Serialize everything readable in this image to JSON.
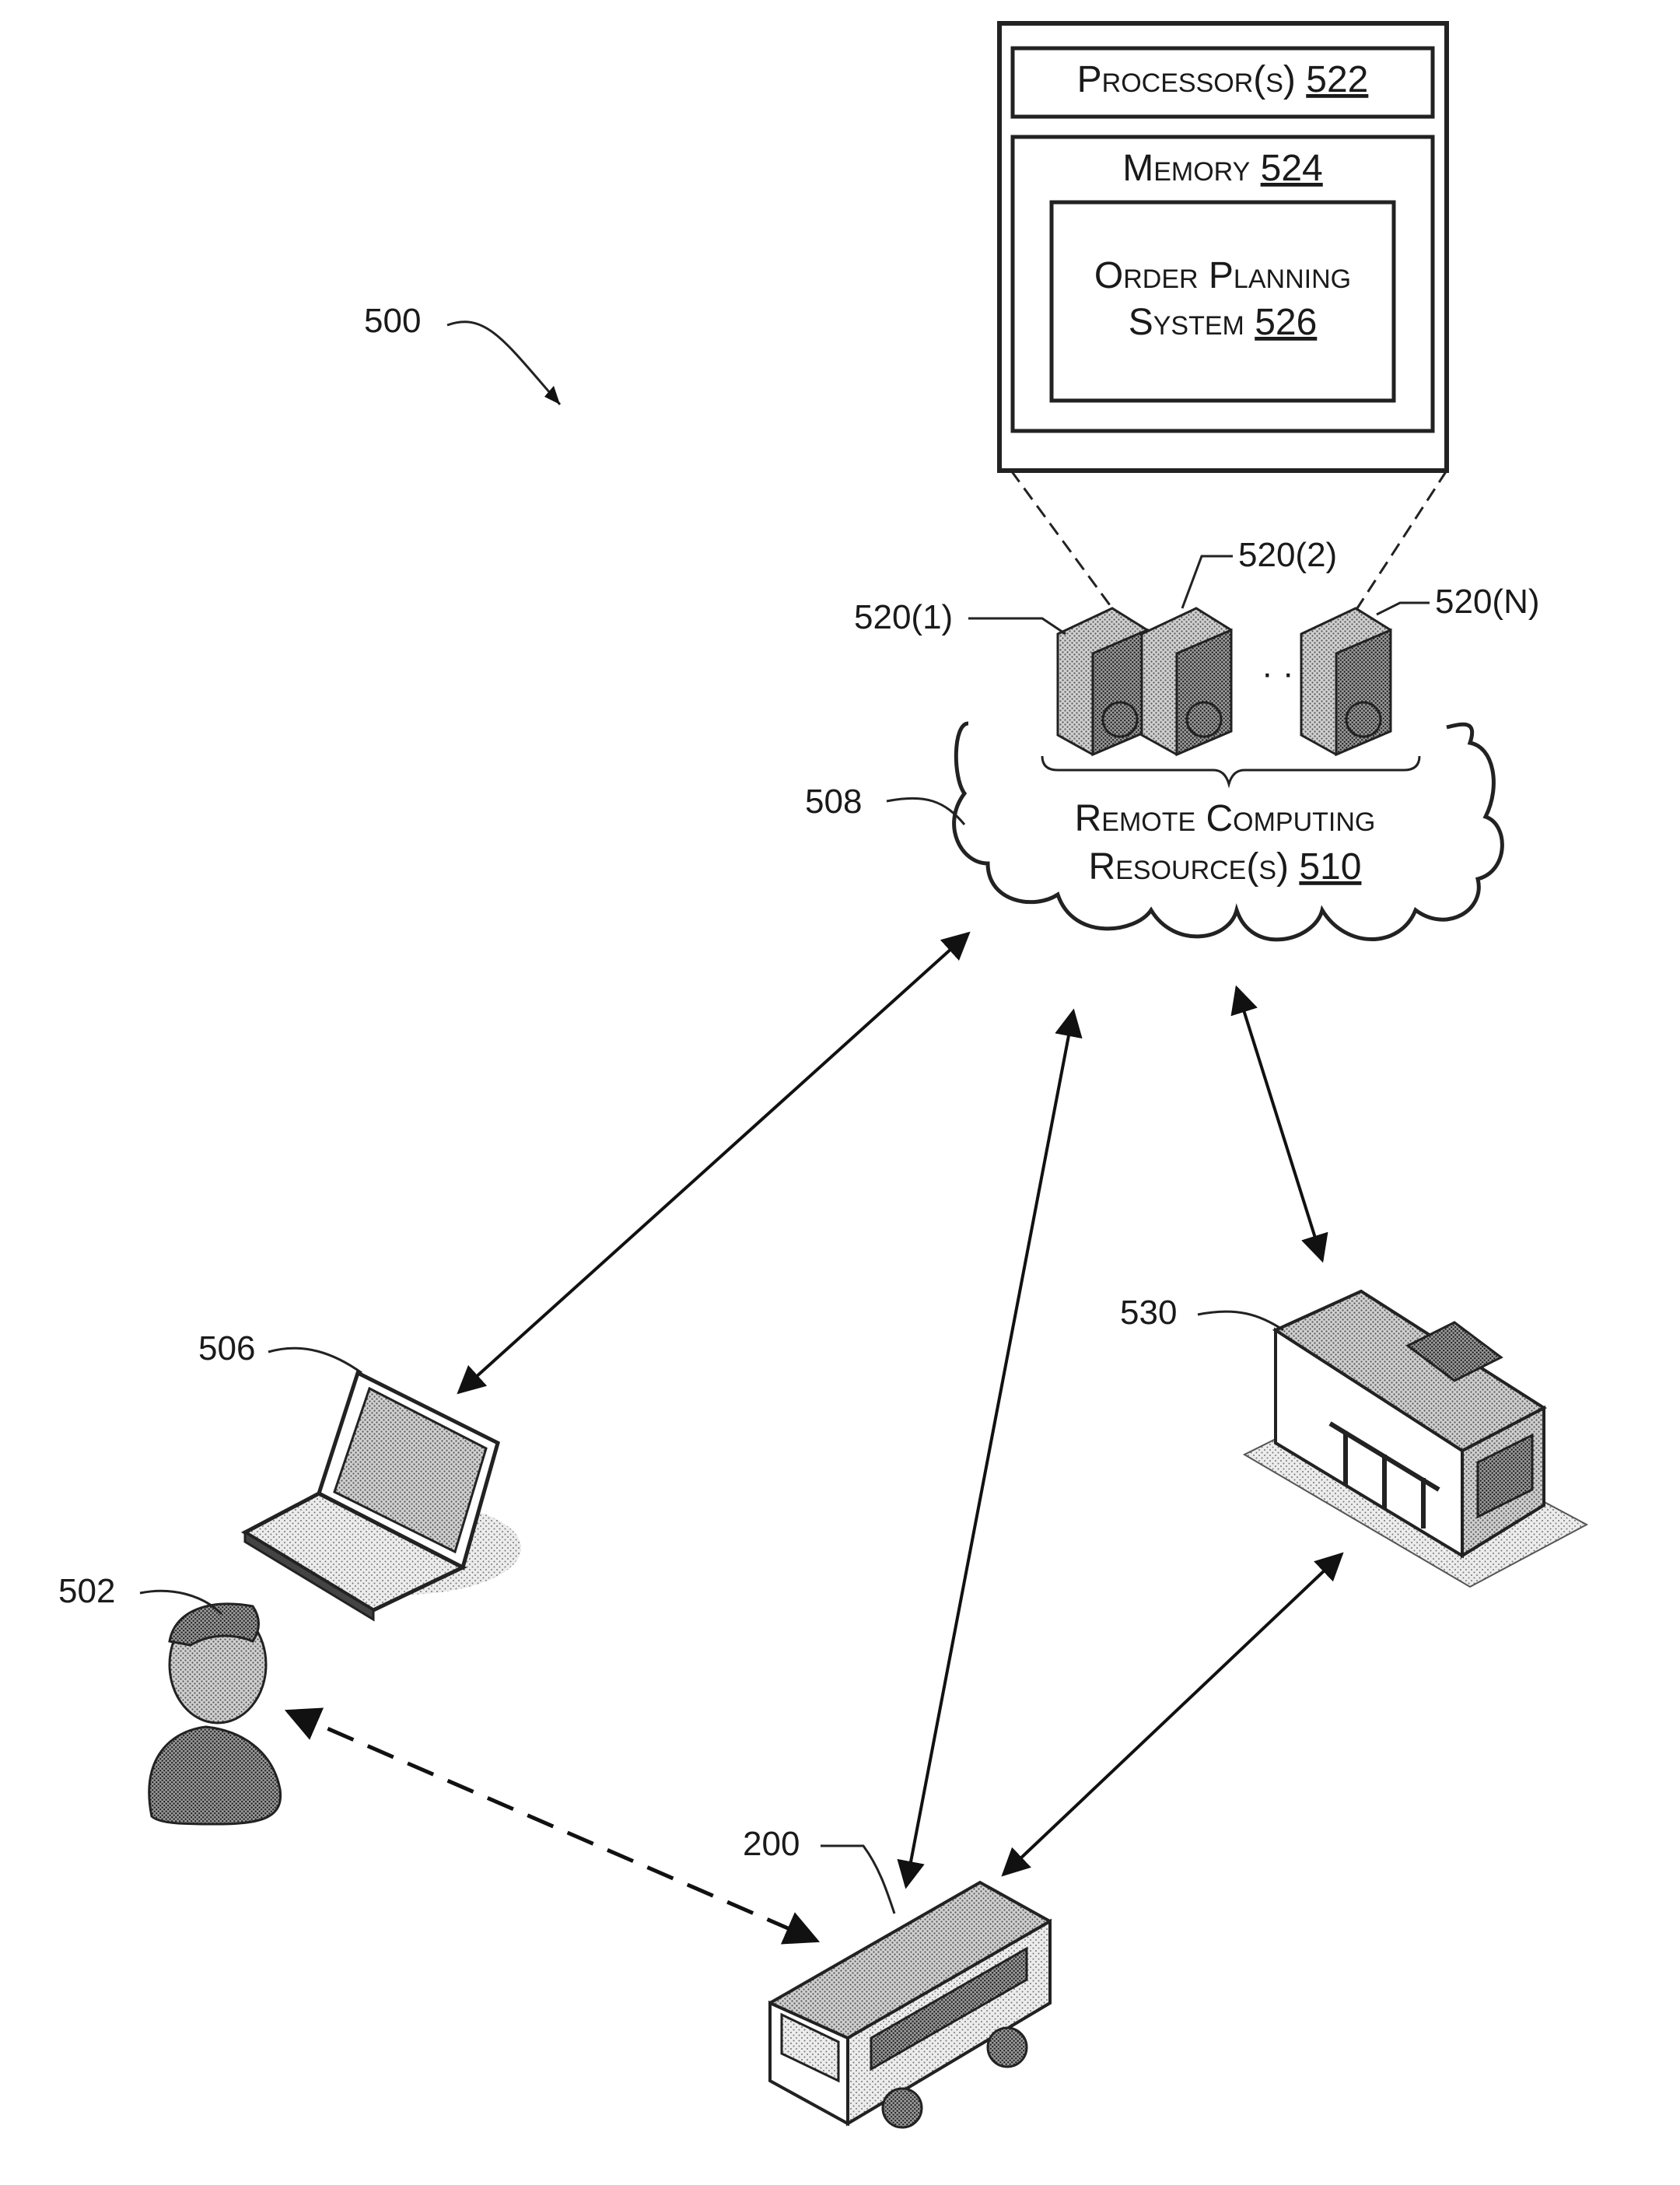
{
  "figure": {
    "ref": "500",
    "processor": {
      "text": "Processor(s) ",
      "num": "522"
    },
    "memory": {
      "text": "Memory ",
      "num": "524"
    },
    "ops": {
      "line1": "Order Planning",
      "line2": "System ",
      "num": "526"
    },
    "servers": [
      "520(1)",
      "520(2)",
      "520(N)"
    ],
    "ellipsis": "· ·",
    "cloud_ref": "508",
    "cloud_line1": "Remote Computing",
    "cloud_line2": "Resource(s) ",
    "cloud_num": "510",
    "laptop_ref": "506",
    "user_ref": "502",
    "vehicle_ref": "200",
    "facility_ref": "530"
  }
}
